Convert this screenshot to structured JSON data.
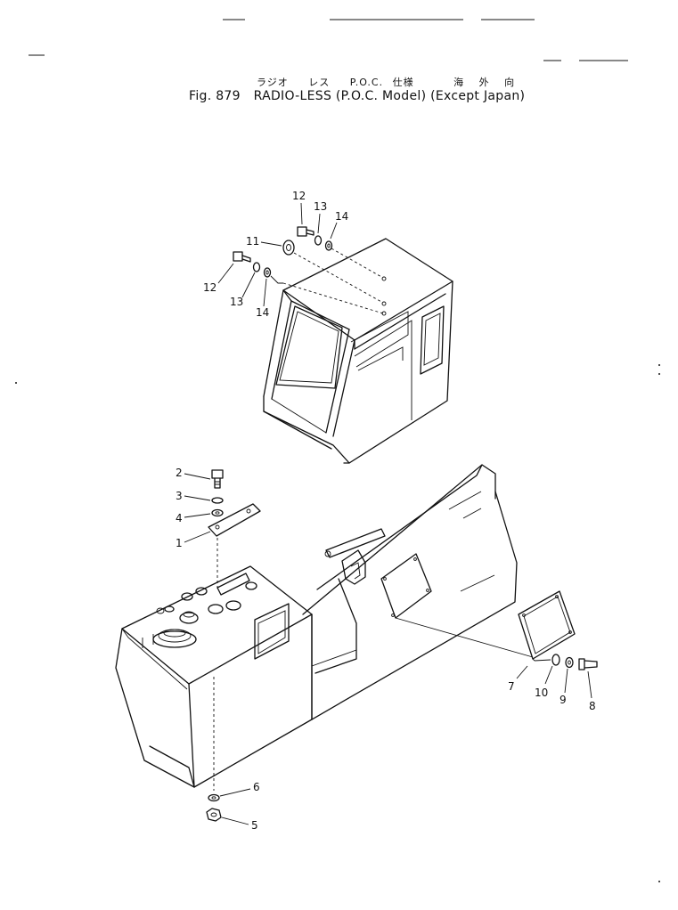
{
  "title": {
    "japanese": [
      "ラジオ",
      "レス",
      "P.O.C.",
      "仕様",
      "海",
      "外",
      "向"
    ],
    "figure": "Fig. 879",
    "name": "RADIO-LESS (P.O.C. Model) (Except Japan)"
  },
  "callouts": {
    "cab_upper": [
      "12",
      "13",
      "14"
    ],
    "cab_left": [
      "11",
      "12",
      "13",
      "14"
    ],
    "console_top": [
      "2",
      "3",
      "4",
      "1"
    ],
    "console_bottom": [
      "6",
      "5"
    ],
    "panel_cover": [
      "7",
      "10",
      "9",
      "8"
    ]
  }
}
